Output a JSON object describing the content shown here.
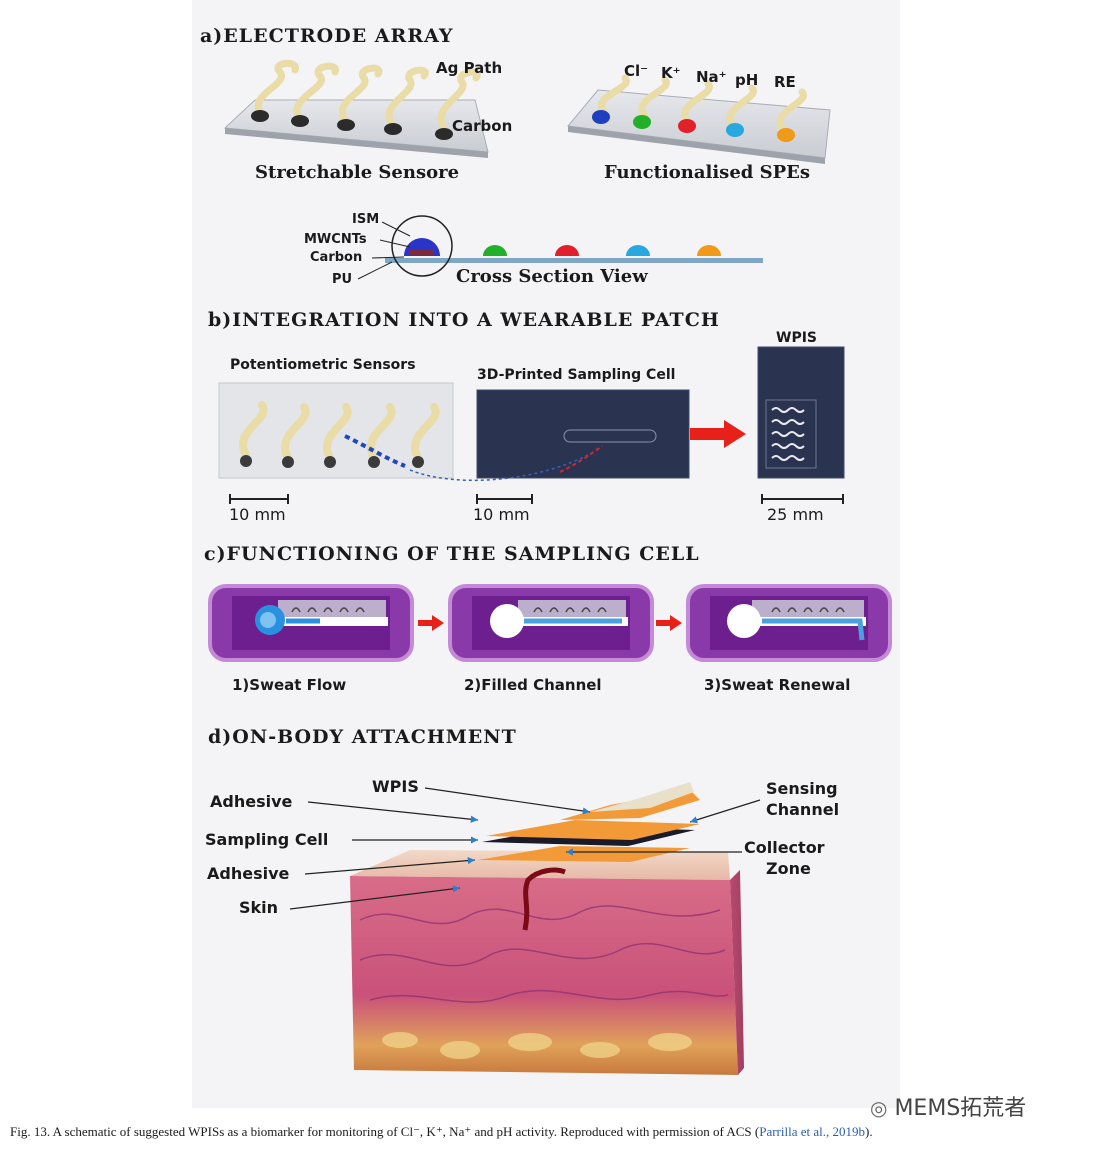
{
  "sections": {
    "a": "a)ELECTRODE ARRAY",
    "b": "b)INTEGRATION INTO A WEARABLE PATCH",
    "c": "c)FUNCTIONING OF THE SAMPLING CELL",
    "d": "d)ON-BODY ATTACHMENT"
  },
  "panel_a": {
    "ag_path": "Ag Path",
    "carbon": "Carbon",
    "stretchable": "Stretchable Sensore",
    "functionalised": "Functionalised SPEs",
    "ions": [
      "Cl⁻",
      "K⁺",
      "Na⁺",
      "pH",
      "RE"
    ],
    "cross_section": "Cross Section View",
    "layers": [
      "ISM",
      "MWCNTs",
      "Carbon",
      "PU"
    ]
  },
  "panel_b": {
    "potentiometric": "Potentiometric Sensors",
    "sampling_cell": "3D-Printed Sampling Cell",
    "wpis": "WPIS",
    "scale1": "10 mm",
    "scale2": "10 mm",
    "scale3": "25 mm"
  },
  "panel_c": {
    "step1": "1)Sweat Flow",
    "step2": "2)Filled Channel",
    "step3": "3)Sweat Renewal"
  },
  "panel_d": {
    "wpis": "WPIS",
    "adhesive_top": "Adhesive",
    "sampling_cell": "Sampling Cell",
    "adhesive_bottom": "Adhesive",
    "skin": "Skin",
    "sensing_channel_1": "Sensing",
    "sensing_channel_2": "Channel",
    "collector_zone_1": "Collector",
    "collector_zone_2": "Zone"
  },
  "caption": {
    "text": "Fig. 13.  A schematic of suggested WPISs as a biomarker for monitoring of Cl⁻, K⁺, Na⁺ and pH activity. Reproduced with permission of ACS (",
    "ref": "Parrilla et al., 2019b",
    "end": ")."
  },
  "watermark": "MEMS拓荒者",
  "colors": {
    "cl": "#1f3fbf",
    "k": "#22b02a",
    "na": "#e0202a",
    "ph": "#28a8e0",
    "re": "#f09a1a",
    "cell_purple": "#8a3aa8",
    "arrow_red": "#e8201a"
  }
}
